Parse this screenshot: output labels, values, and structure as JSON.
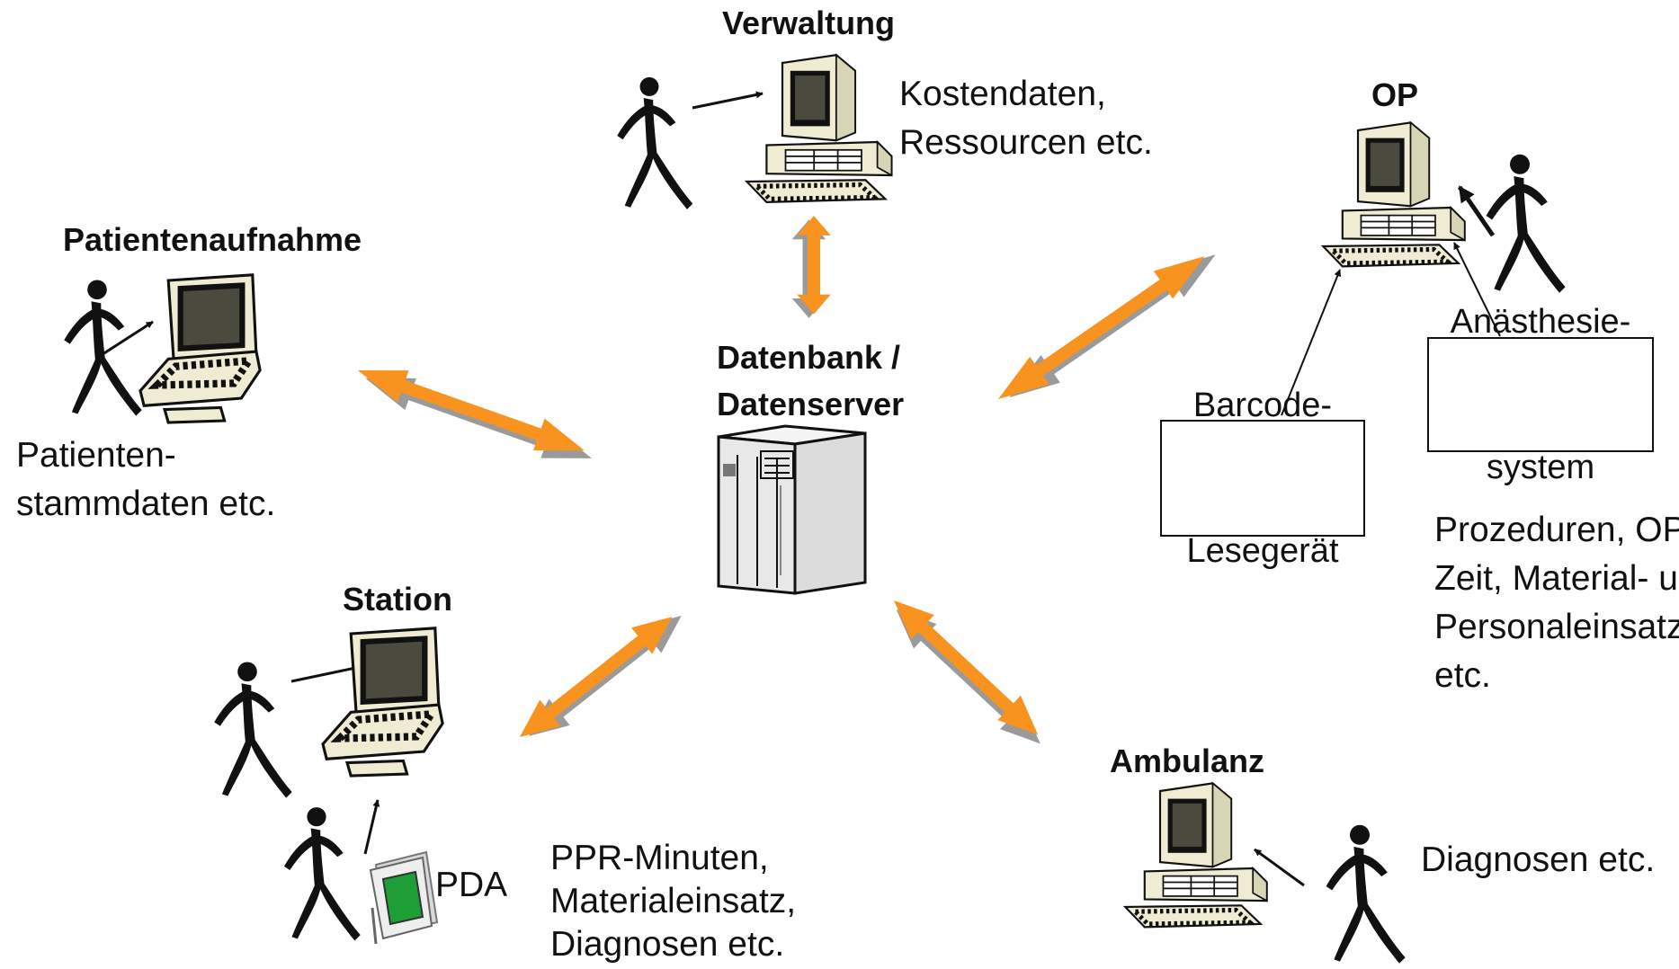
{
  "nodes": {
    "verwaltung": {
      "title": "Verwaltung",
      "description": [
        "Kostendaten,",
        "Ressourcen etc."
      ]
    },
    "op": {
      "title": "OP",
      "description": [
        "Prozeduren, OP-",
        "Zeit, Material- u.",
        "Personaleinsatz",
        "etc."
      ]
    },
    "patientenaufnahme": {
      "title": "Patientenaufnahme",
      "description": [
        "Patienten-",
        "stammdaten etc."
      ]
    },
    "datenbank": {
      "title": [
        "Datenbank /",
        "Datenserver"
      ]
    },
    "station": {
      "title": "Station",
      "device_label": "PDA",
      "description": [
        "PPR-Minuten,",
        "Materialeinsatz,",
        "Diagnosen etc."
      ]
    },
    "ambulanz": {
      "title": "Ambulanz",
      "description": [
        "Diagnosen etc."
      ]
    }
  },
  "devices": {
    "barcode": [
      "Barcode-",
      "Lesegerät"
    ],
    "anaesthesie": [
      "Anästhesie-",
      "system"
    ]
  },
  "colors": {
    "arrow_fill": "#f7931e",
    "arrow_shadow": "#9a9a9a",
    "screen": "#4a4a40",
    "beige": "#f2efd6",
    "pda_screen": "#1d9e36"
  }
}
